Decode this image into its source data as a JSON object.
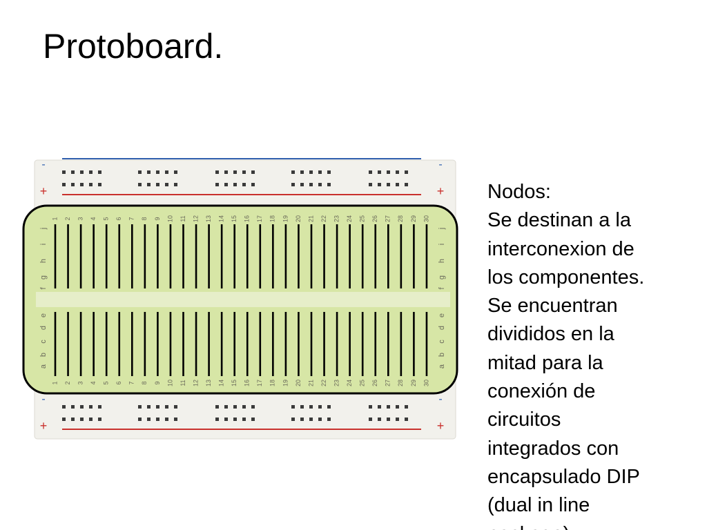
{
  "slide": {
    "title": "Protoboard."
  },
  "breadboard": {
    "columns": [
      "1",
      "2",
      "3",
      "4",
      "5",
      "6",
      "7",
      "8",
      "9",
      "10",
      "11",
      "12",
      "13",
      "14",
      "15",
      "16",
      "17",
      "18",
      "19",
      "20",
      "21",
      "22",
      "23",
      "24",
      "25",
      "26",
      "27",
      "28",
      "29",
      "30"
    ],
    "rows_top": [
      "j",
      "i",
      "h",
      "g",
      "f"
    ],
    "rows_bottom": [
      "e",
      "d",
      "c",
      "b",
      "a"
    ],
    "rail_minus": "-",
    "rail_plus": "+",
    "colors": {
      "board": "#f2f1ec",
      "highlight": "#d7e6a6",
      "outline": "#000000",
      "rail_blue": "#2f5fae",
      "rail_red": "#c9302c",
      "column_line": "#000000",
      "hole": "#3a3a3a"
    }
  },
  "description": {
    "lines": [
      "Nodos:",
      "Se destinan a la",
      "interconexion de",
      "los componentes.",
      "Se encuentran",
      "divididos en la",
      "mitad para la",
      "conexión de",
      "circuitos",
      "integrados con",
      "encapsulado DIP",
      "(dual in line",
      "package)."
    ]
  }
}
